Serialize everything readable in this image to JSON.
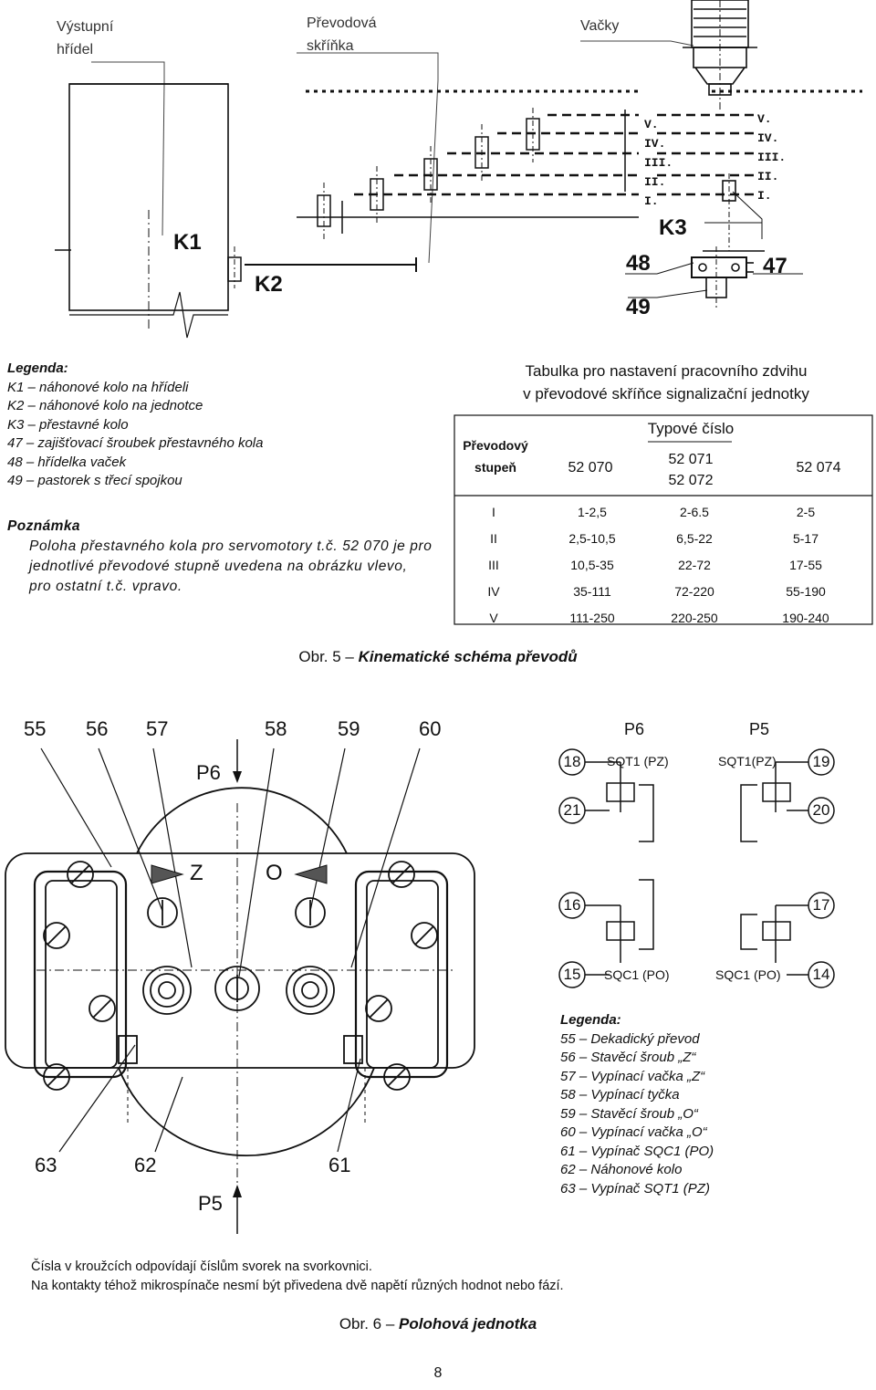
{
  "fig5": {
    "labels": {
      "vystupni": [
        "Výstupní",
        "hřídel"
      ],
      "prevodova": [
        "Převodová",
        "skříňka"
      ],
      "vacky": "Vačky",
      "k1": "K1",
      "k2": "K2",
      "k3": "K3",
      "n48": "48",
      "n49": "49",
      "n47": "47",
      "gears_left": [
        "V.",
        "IV.",
        "III.",
        "II.",
        "I."
      ],
      "gears_right": [
        "V.",
        "IV.",
        "III.",
        "II.",
        "I."
      ]
    },
    "legend": {
      "title": "Legenda:",
      "items": [
        "K1 – náhonové kolo na hřídeli",
        "K2 – náhonové kolo na jednotce",
        "K3 – přestavné kolo",
        "47 – zajišťovací šroubek přestavného kola",
        "48 – hřídelka vaček",
        "49 – pastorek s třecí spojkou"
      ]
    },
    "note": {
      "title": "Poznámka",
      "text": "Poloha přestavného kola pro servomotory t.č. 52 070 je pro jednotlivé převodové stupně uvedena na obrázku vlevo, pro ostatní t.č. vpravo."
    },
    "table": {
      "title_line1": "Tabulka pro nastavení pracovního zdvihu",
      "title_line2": "v převodové skříňce signalizační jednotky",
      "head_stage": [
        "Převodový",
        "stupeň"
      ],
      "head_type": "Typové číslo",
      "col1": "52 070",
      "col2": [
        "52 071",
        "52 072"
      ],
      "col3": "52 074",
      "rows": [
        [
          "I",
          "1-2,5",
          "2-6.5",
          "2-5"
        ],
        [
          "II",
          "2,5-10,5",
          "6,5-22",
          "5-17"
        ],
        [
          "III",
          "10,5-35",
          "22-72",
          "17-55"
        ],
        [
          "IV",
          "35-111",
          "72-220",
          "55-190"
        ],
        [
          "V",
          "111-250",
          "220-250",
          "190-240"
        ]
      ]
    },
    "caption": {
      "prefix": "Obr. 5 – ",
      "title": "Kinematické schéma převodů"
    }
  },
  "fig6": {
    "top_numbers": [
      "55",
      "56",
      "57",
      "58",
      "59",
      "60"
    ],
    "p6": "P6",
    "p5": "P5",
    "z": "Z",
    "o": "O",
    "bottom_numbers": [
      "63",
      "62",
      "61"
    ],
    "switches": {
      "p6": "P6",
      "p5": "P5",
      "sqt1_pz": "SQT1 (PZ)",
      "sqt1pz": "SQT1(PZ)",
      "sqc1_a": "SQC1 (PO)",
      "sqc1_b": "SQC1 (PO)",
      "circles": [
        "18",
        "19",
        "21",
        "20",
        "16",
        "17",
        "15",
        "14"
      ]
    },
    "legend": {
      "title": "Legenda:",
      "items": [
        "55 – Dekadický převod",
        "56 – Stavěcí šroub „Z“",
        "57 – Vypínací vačka „Z“",
        "58 – Vypínací tyčka",
        "59 – Stavěcí šroub „O“",
        "60 – Vypínací vačka „O“",
        "61 – Vypínač SQC1 (PO)",
        "62 – Náhonové kolo",
        "63 – Vypínač SQT1 (PZ)"
      ]
    },
    "footnotes": [
      "Čísla v kroužcích odpovídají číslům svorek na svorkovnici.",
      "Na kontakty téhož mikrospínače nesmí být přivedena dvě napětí různých hodnot nebo fází."
    ],
    "caption": {
      "prefix": "Obr. 6 – ",
      "title": "Polohová jednotka"
    }
  },
  "page_number": "8"
}
